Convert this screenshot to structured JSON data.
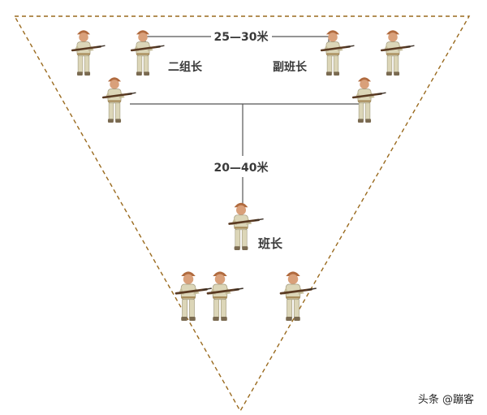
{
  "labels": {
    "top_distance": "25—30米",
    "vertical_distance": "20—40米",
    "group_leader_2": "二组长",
    "deputy_squad_leader": "副班长",
    "squad_leader": "班长"
  },
  "watermark": "头条 @蹦客",
  "icons": {
    "soldier": "soldier-icon"
  },
  "colors": {
    "triangle_outline": "#9a6a1e",
    "connector_line": "#555555",
    "uniform": "#dcd6b8",
    "uniform_shade": "#c4bc99",
    "skin": "#d9a07a",
    "helmet": "#b06a3e",
    "rifle": "#5a3a22",
    "label_text": "#3a3a3a"
  }
}
